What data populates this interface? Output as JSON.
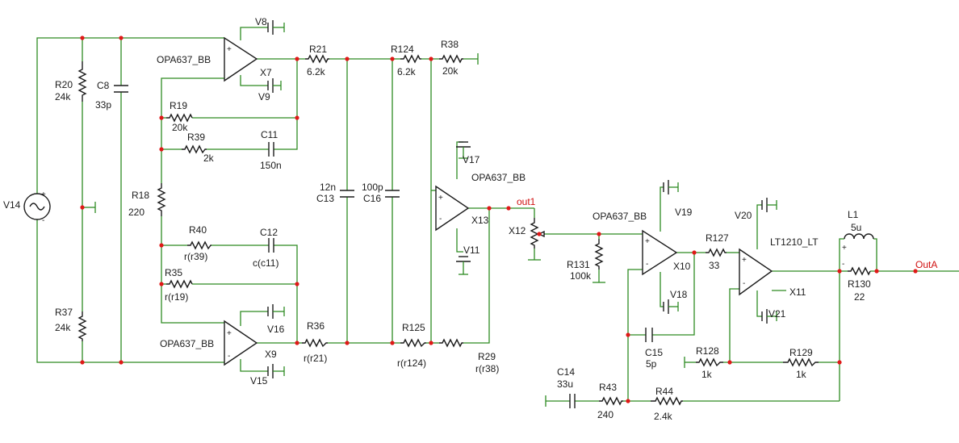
{
  "colors": {
    "wire": "#2e8b22",
    "component": "#1c1c1c",
    "node": "#e01818",
    "net_label": "#d01010",
    "background": "#ffffff"
  },
  "opamps": {
    "x7": {
      "model": "OPA637_BB",
      "ref": "X7"
    },
    "x9": {
      "model": "OPA637_BB",
      "ref": "X9"
    },
    "x13": {
      "model": "OPA637_BB",
      "ref": "X13"
    },
    "x10": {
      "model": "OPA637_BB",
      "ref": "X10"
    },
    "x11": {
      "model": "LT1210_LT",
      "ref": "X11"
    }
  },
  "resistors": {
    "r20": {
      "ref": "R20",
      "value": "24k"
    },
    "r37": {
      "ref": "R37",
      "value": "24k"
    },
    "r18": {
      "ref": "R18",
      "value": "220"
    },
    "r19": {
      "ref": "R19",
      "value": "20k"
    },
    "r39": {
      "ref": "R39",
      "value": "2k"
    },
    "r40": {
      "ref": "R40",
      "value": "r(r39)"
    },
    "r35": {
      "ref": "R35",
      "value": "r(r19)"
    },
    "r21": {
      "ref": "R21",
      "value": "6.2k"
    },
    "r36": {
      "ref": "R36",
      "value": "r(r21)"
    },
    "r124": {
      "ref": "R124",
      "value": "6.2k"
    },
    "r125": {
      "ref": "R125",
      "value": "r(r124)"
    },
    "r38": {
      "ref": "R38",
      "value": "20k"
    },
    "r29": {
      "ref": "R29",
      "value": "r(r38)"
    },
    "r131": {
      "ref": "R131",
      "value": "100k"
    },
    "r127": {
      "ref": "R127",
      "value": "33"
    },
    "r128": {
      "ref": "R128",
      "value": "1k"
    },
    "r129": {
      "ref": "R129",
      "value": "1k"
    },
    "r43": {
      "ref": "R43",
      "value": "240"
    },
    "r44": {
      "ref": "R44",
      "value": "2.4k"
    },
    "r130": {
      "ref": "R130",
      "value": "22"
    }
  },
  "capacitors": {
    "c8": {
      "ref": "C8",
      "value": "33p"
    },
    "c11": {
      "ref": "C11",
      "value": "150n"
    },
    "c12": {
      "ref": "C12",
      "value": "c(c11)"
    },
    "c13": {
      "ref": "C13",
      "value": "12n"
    },
    "c16": {
      "ref": "C16",
      "value": "100p"
    },
    "c15": {
      "ref": "C15",
      "value": "5p"
    },
    "c14": {
      "ref": "C14",
      "value": "33u"
    }
  },
  "inductors": {
    "l1": {
      "ref": "L1",
      "value": "5u"
    }
  },
  "sources": {
    "v14": "V14",
    "v8": "V8",
    "v9": "V9",
    "v16": "V16",
    "v15": "V15",
    "v17": "V17",
    "v11": "V11",
    "v19": "V19",
    "v18": "V18",
    "v20": "V20",
    "v21": "V21"
  },
  "potentiometer": {
    "ref": "X12"
  },
  "nets": {
    "out1": "out1",
    "outa": "OutA"
  },
  "symbols": {
    "plus": "+",
    "minus": "-"
  }
}
